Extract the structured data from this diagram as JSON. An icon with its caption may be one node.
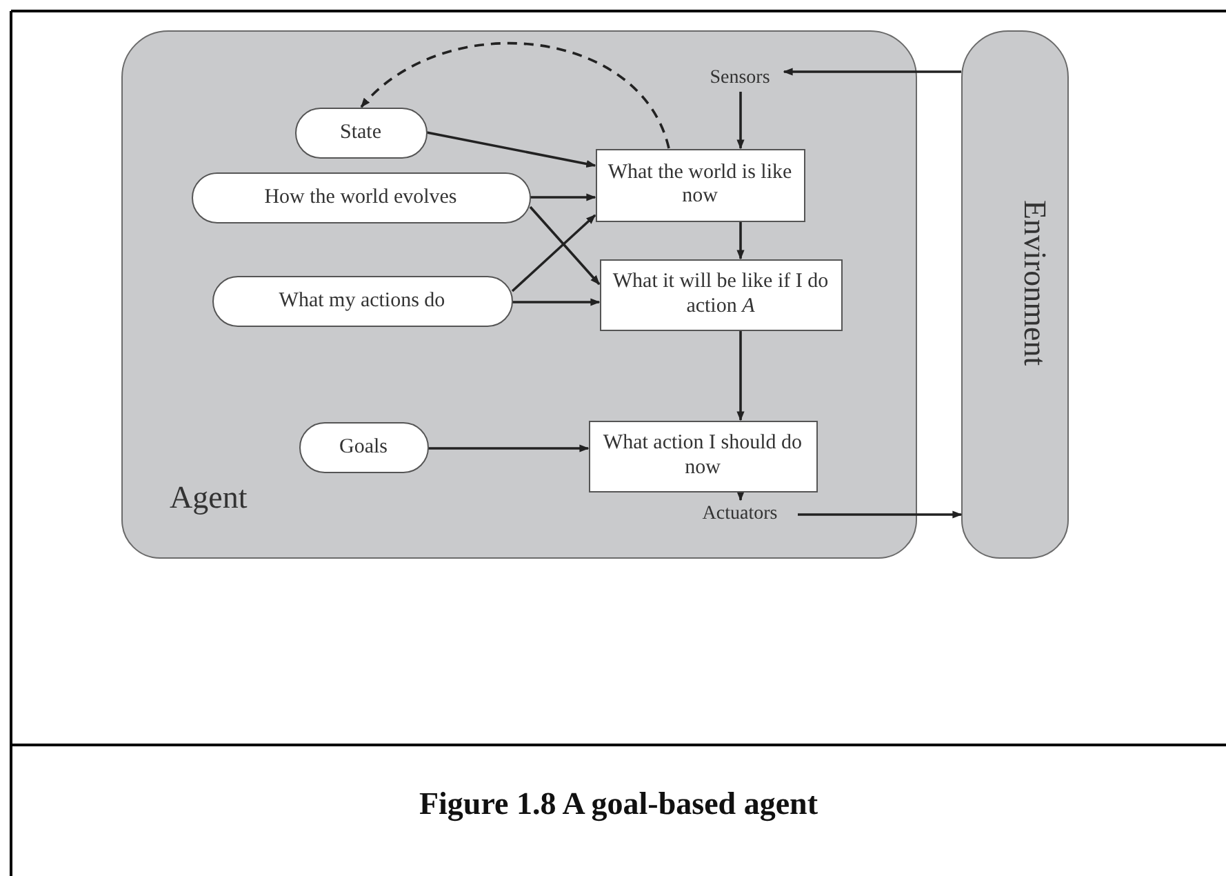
{
  "diagram": {
    "caption": "Figure 1.8 A goal-based agent",
    "nodes": [
      {
        "text": [
          "Agent"
        ]
      },
      {
        "text": [
          "Environment"
        ]
      },
      {
        "text": [
          "Sensors"
        ],
        "in": 0
      },
      {
        "text": [
          "State"
        ],
        "in": 0
      },
      {
        "text": [
          "How the world evolves"
        ],
        "in": 0
      },
      {
        "text": [
          "What my actions do"
        ],
        "in": 0
      },
      {
        "text": [
          "What the world is like now"
        ],
        "in": 0
      },
      {
        "text": [
          "What it will be like if I do action *A*"
        ],
        "in": 0
      },
      {
        "text": [
          "Goals"
        ],
        "in": 0
      },
      {
        "text": [
          "What action I should do now"
        ],
        "in": 0
      },
      {
        "text": [
          "Actuators"
        ],
        "in": 0
      }
    ],
    "edges": [
      {
        "from": 1,
        "to": 2,
        "arrow": "to"
      },
      {
        "from": 2,
        "to": 6,
        "arrow": "to"
      },
      {
        "from": 3,
        "to": 6,
        "arrow": "to"
      },
      {
        "from": 4,
        "to": 6,
        "arrow": "to"
      },
      {
        "from": 5,
        "to": 6,
        "arrow": "to"
      },
      {
        "from": 4,
        "to": 7,
        "arrow": "to"
      },
      {
        "from": 5,
        "to": 7,
        "arrow": "to"
      },
      {
        "from": 6,
        "to": 3,
        "arrow": "to",
        "style": "dashed"
      },
      {
        "from": 6,
        "to": 7,
        "arrow": "to"
      },
      {
        "from": 7,
        "to": 9,
        "arrow": "to"
      },
      {
        "from": 8,
        "to": 9,
        "arrow": "to"
      },
      {
        "from": 9,
        "to": 10,
        "arrow": "to"
      },
      {
        "from": 10,
        "to": 1,
        "arrow": "to"
      }
    ]
  }
}
